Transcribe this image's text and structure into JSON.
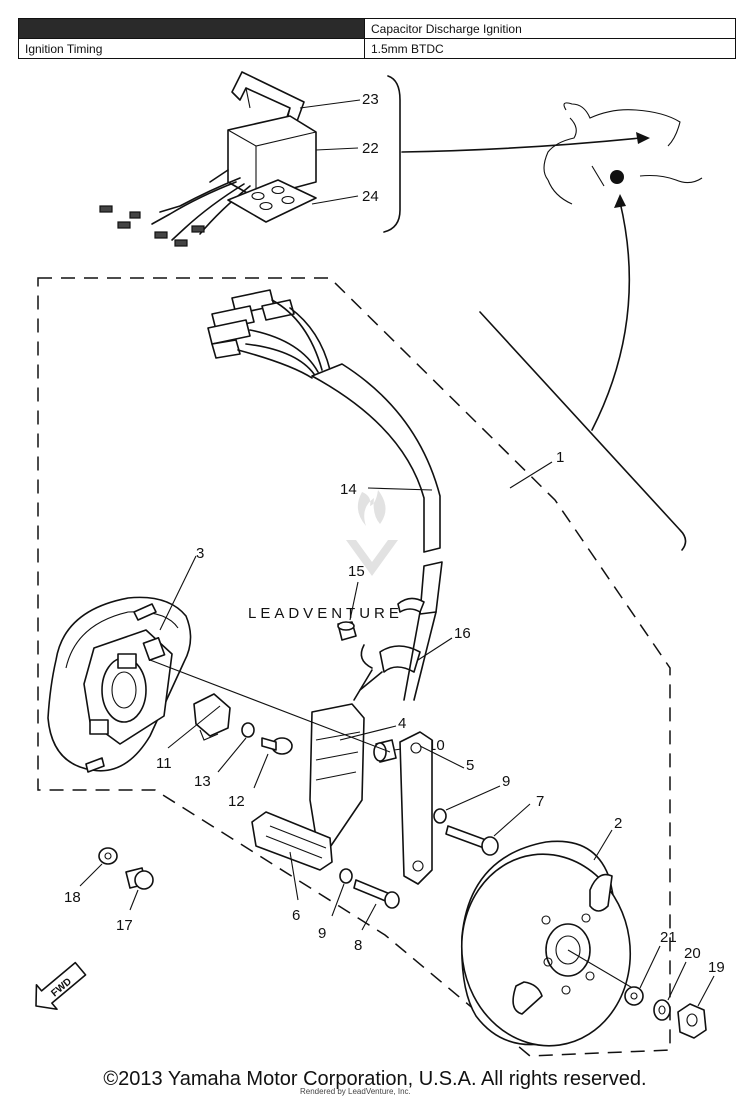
{
  "spec_table": {
    "rows": [
      {
        "label": "",
        "value": "Capacitor Discharge Ignition"
      },
      {
        "label": "Ignition Timing",
        "value": "1.5mm BTDC"
      }
    ]
  },
  "callouts": {
    "p1": "1",
    "p2": "2",
    "p3": "3",
    "p4": "4",
    "p5": "5",
    "p6": "6",
    "p7": "7",
    "p8": "8",
    "p9a": "9",
    "p9b": "9",
    "p10": "10",
    "p11": "11",
    "p12": "12",
    "p13": "13",
    "p14": "14",
    "p15": "15",
    "p16": "16",
    "p17": "17",
    "p18": "18",
    "p19": "19",
    "p20": "20",
    "p21": "21",
    "p22": "22",
    "p23": "23",
    "p24": "24"
  },
  "fwd_label": "FWD",
  "watermark": "LEADVENTURE",
  "copyright": "©2013 Yamaha Motor Corporation, U.S.A. All rights reserved.",
  "credit": "Rendered by LeadVenture, Inc."
}
